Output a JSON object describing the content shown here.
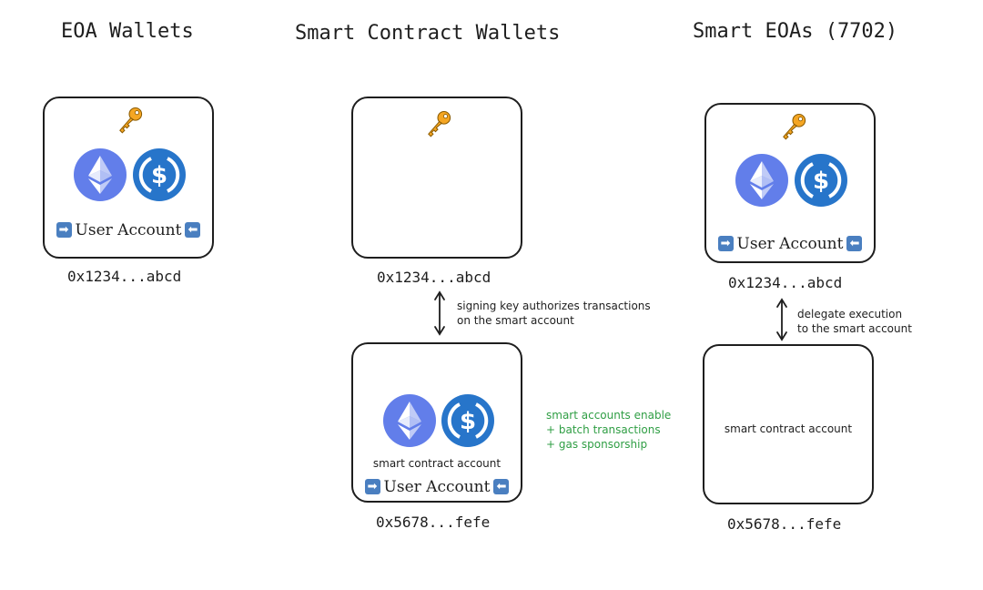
{
  "columns": [
    {
      "title": "EOA Wallets"
    },
    {
      "title": "Smart Contract Wallets"
    },
    {
      "title": "Smart EOAs (7702)"
    }
  ],
  "eoa": {
    "account_label": "User Account",
    "address": "0x1234...abcd"
  },
  "scw": {
    "signer_address": "0x1234...abcd",
    "link_note": [
      "signing key authorizes transactions",
      "on the smart account"
    ],
    "contract_label": "smart contract account",
    "account_label": "User Account",
    "contract_address": "0x5678...fefe",
    "features": [
      "smart accounts enable",
      "+ batch transactions",
      "+ gas sponsorship"
    ]
  },
  "smart_eoa": {
    "account_label": "User Account",
    "address": "0x1234...abcd",
    "link_note": [
      "delegate execution",
      "to the smart account"
    ],
    "contract_label": "smart contract account",
    "contract_address": "0x5678...fefe"
  },
  "icons": [
    "key-icon",
    "ethereum-icon",
    "usdc-icon",
    "right-arrow-icon",
    "left-arrow-icon"
  ],
  "colors": {
    "ethereum": "#627EEA",
    "usdc": "#2775CA",
    "key": "#F5A623",
    "features_text": "#2f9e44"
  }
}
